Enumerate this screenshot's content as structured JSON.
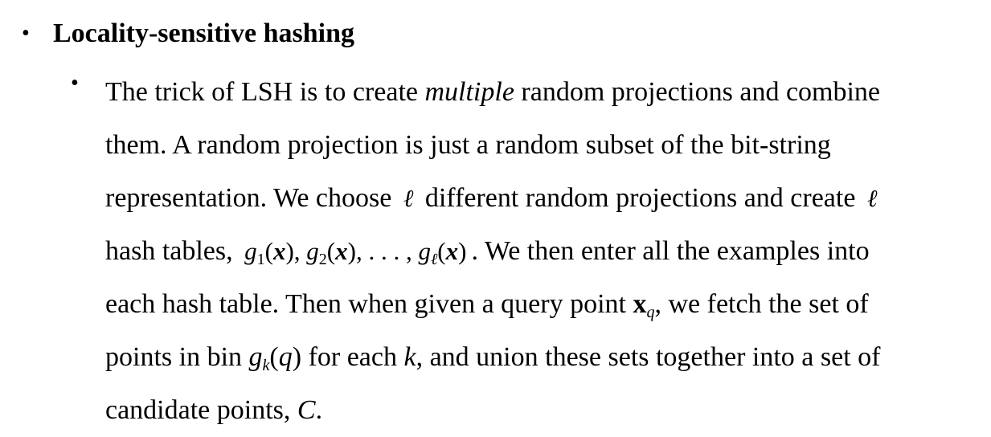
{
  "section": {
    "bullet": "•",
    "title": "Locality-sensitive hashing"
  },
  "item": {
    "bullet": "•",
    "l1_a": "The trick of LSH is to create ",
    "l1_b": "multiple",
    "l1_c": " random projections and combine",
    "l2": "them. A random projection is just a random subset of the bit-string",
    "l3_a": "representation. We choose ",
    "ell": "ℓ",
    "l3_b": " different random projections and create ",
    "l4_a": "hash tables, ",
    "g": "g",
    "x": "x",
    "sub1": "1",
    "sub2": "2",
    "ellsub": "ℓ",
    "open": "(",
    "close": ")",
    "comma": ", ",
    "dots": ". . . , ",
    "l4_b": ". We then enter all the examples into",
    "l5_a": "each hash table. Then when given a query point ",
    "xq": "x",
    "q": "q",
    "l5_b": ", we fetch the set of",
    "l6_a": "points in bin ",
    "k": "k",
    "l6_b": "(",
    "l6_c": ") for each ",
    "l6_d": ", and union these sets together into a set of",
    "l7_a": "candidate points, ",
    "C": "C",
    "period": "."
  }
}
